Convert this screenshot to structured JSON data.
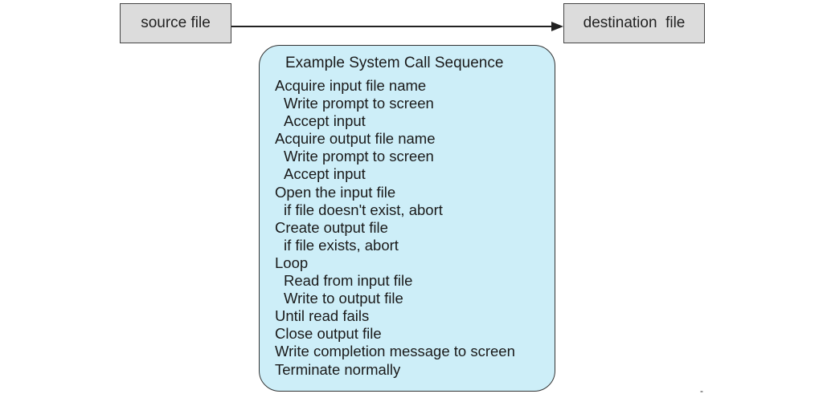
{
  "source_box": {
    "label": "source file"
  },
  "destination_box": {
    "label": "destination  file"
  },
  "sequence_box": {
    "title": "Example System Call Sequence",
    "steps": [
      {
        "text": "Acquire input file name",
        "indent": 0
      },
      {
        "text": "Write prompt to screen",
        "indent": 1
      },
      {
        "text": "Accept input",
        "indent": 1
      },
      {
        "text": "Acquire output file name",
        "indent": 0
      },
      {
        "text": "Write prompt to screen",
        "indent": 1
      },
      {
        "text": "Accept input",
        "indent": 1
      },
      {
        "text": "Open the input file",
        "indent": 0
      },
      {
        "text": "if file doesn't exist, abort",
        "indent": 1
      },
      {
        "text": "Create output file",
        "indent": 0
      },
      {
        "text": "if file exists, abort",
        "indent": 1
      },
      {
        "text": "Loop",
        "indent": 0
      },
      {
        "text": "Read from input file",
        "indent": 1
      },
      {
        "text": "Write to output file",
        "indent": 1
      },
      {
        "text": "Until read fails",
        "indent": 0
      },
      {
        "text": "Close output file",
        "indent": 0
      },
      {
        "text": "Write completion message to screen",
        "indent": 0
      },
      {
        "text": "Terminate normally",
        "indent": 0
      }
    ]
  },
  "corner_mark": "-",
  "colors": {
    "file_box_fill": "#dcdcdc",
    "sequence_box_fill": "#cdeef8",
    "stroke": "#333333"
  }
}
